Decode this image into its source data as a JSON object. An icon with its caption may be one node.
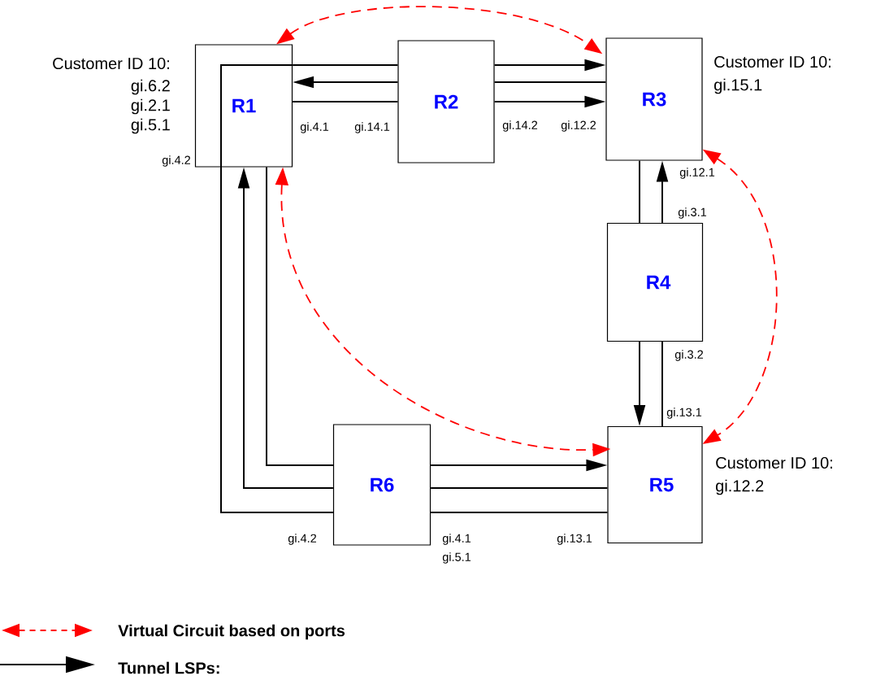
{
  "diagram": {
    "nodes": [
      {
        "text": [
          "R1"
        ],
        "beside": [
          "Customer ID 10:",
          "gi.6.2 gi.2.1 gi.5.1"
        ]
      },
      {
        "text": [
          "R2"
        ]
      },
      {
        "text": [
          "R3"
        ],
        "beside": [
          "Customer ID 10:",
          "gi.15.1"
        ]
      },
      {
        "text": [
          "R4"
        ]
      },
      {
        "text": [
          "R5"
        ],
        "beside": [
          "Customer ID 10:",
          "gi.12.2"
        ]
      },
      {
        "text": [
          "R6"
        ]
      }
    ],
    "edges": [
      {
        "from": 0,
        "to": 2,
        "arrow": "both",
        "style": "dashed",
        "color": "#ff0000"
      },
      {
        "from": 4,
        "to": 5,
        "arrow": "none"
      },
      {
        "from": 5,
        "to": 0,
        "arrow": "none"
      },
      {
        "from": 0,
        "to": 1,
        "arrow": "none"
      },
      {
        "from": 1,
        "to": 2,
        "arrow": "to"
      },
      {
        "from": 2,
        "to": 1,
        "arrow": "none"
      },
      {
        "from": 1,
        "to": 0,
        "arrow": "to"
      },
      {
        "from": 0,
        "to": 1,
        "arrow": "none"
      },
      {
        "from": 1,
        "to": 2,
        "arrow": "to"
      },
      {
        "from": 2,
        "to": 3,
        "arrow": "none"
      },
      {
        "from": 3,
        "to": 4,
        "arrow": "to"
      },
      {
        "from": 4,
        "to": 3,
        "arrow": "none"
      },
      {
        "from": 3,
        "to": 2,
        "arrow": "to"
      },
      {
        "from": 0,
        "to": 5,
        "arrow": "none"
      },
      {
        "from": 5,
        "to": 4,
        "arrow": "to"
      },
      {
        "from": 4,
        "to": 5,
        "arrow": "none"
      },
      {
        "from": 5,
        "to": 0,
        "arrow": "to"
      },
      {
        "from": 0,
        "to": 4,
        "arrow": "both",
        "style": "dashed",
        "color": "#ff0000"
      },
      {
        "from": 2,
        "to": 4,
        "arrow": "both",
        "style": "dashed",
        "color": "#ff0000"
      }
    ],
    "labels": [
      "gi.4.1",
      "gi.14.1",
      "gi.14.2",
      "gi.12.2",
      "gi.4.2",
      "gi.12.1",
      "gi.3.1",
      "gi.3.2",
      "gi.13.1",
      "gi.4.2",
      "gi.4.1",
      "gi.13.1",
      "gi.5.1"
    ],
    "legend": [
      {
        "text": "Virtual Circuit based on ports"
      },
      {
        "text": "Tunnel LSPs:"
      }
    ]
  }
}
